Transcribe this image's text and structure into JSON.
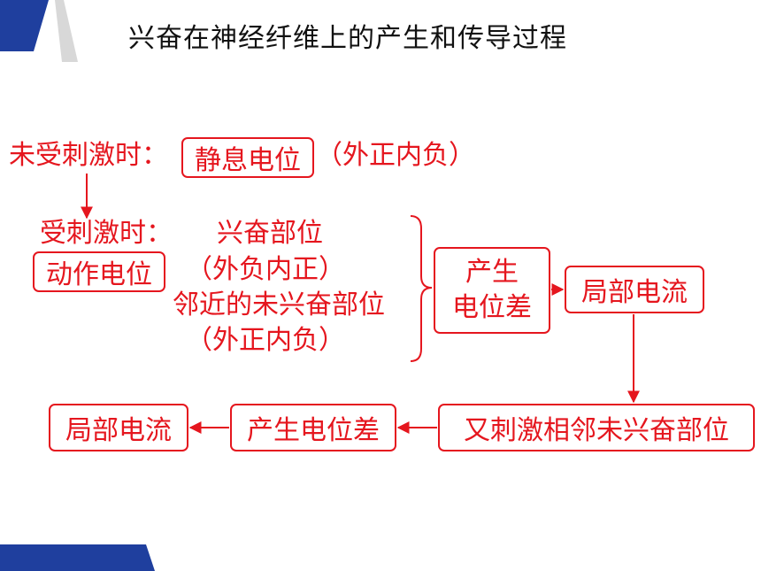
{
  "title": "兴奋在神经纤维上的产生和传导过程",
  "colors": {
    "accent": "#e5161e",
    "brand_blue": "#1f3f9e",
    "title_text": "#111111"
  },
  "rest": {
    "label": "未受刺激时：",
    "box": "静息电位",
    "note": "（外正内负）"
  },
  "stimulated": {
    "label": "受刺激时：",
    "box": "动作电位",
    "excited_site": "兴奋部位",
    "excited_note": "（外负内正）",
    "adjacent_site": "邻近的未兴奋部位",
    "adjacent_note": "（外正内负）"
  },
  "flow": {
    "potential_diff_line1": "产生",
    "potential_diff_line2": "电位差",
    "local_current": "局部电流",
    "stimulate_next": "又刺激相邻未兴奋部位",
    "produce_diff": "产生电位差",
    "local_current_2": "局部电流"
  }
}
